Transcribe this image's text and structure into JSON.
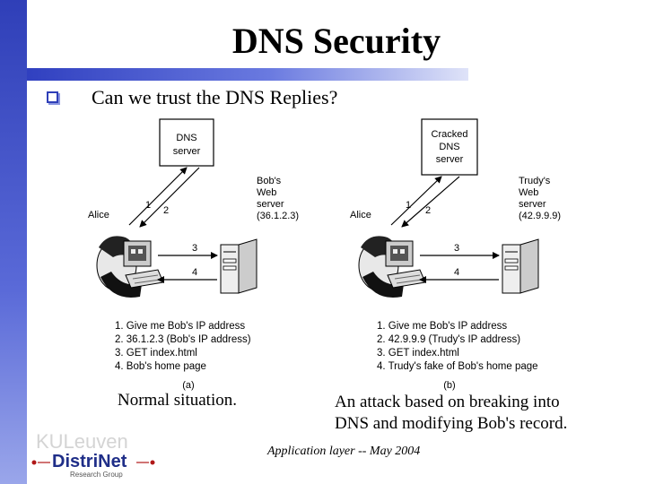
{
  "slide": {
    "title": "DNS Security",
    "bullet": "Can we trust the DNS Replies?",
    "footer": "Application layer  --  May 2004"
  },
  "captions": {
    "left": "Normal situation.",
    "right": "An attack based on breaking into DNS and modifying Bob's record."
  },
  "logo": {
    "ku": "KULeuven",
    "name": "DistriNet",
    "group": "Research Group"
  },
  "panel_a": {
    "server": [
      "DNS",
      "server"
    ],
    "web": [
      "Bob's",
      "Web",
      "server",
      "(36.1.2.3)"
    ],
    "alice": "Alice",
    "arrows": [
      "1",
      "2",
      "3",
      "4"
    ],
    "steps": [
      "1. Give me Bob's IP address",
      "2. 36.1.2.3 (Bob's IP address)",
      "3. GET index.html",
      "4. Bob's home page"
    ],
    "label": "(a)"
  },
  "panel_b": {
    "server": [
      "Cracked",
      "DNS",
      "server"
    ],
    "web": [
      "Trudy's",
      "Web",
      "server",
      "(42.9.9.9)"
    ],
    "alice": "Alice",
    "arrows": [
      "1",
      "2",
      "3",
      "4"
    ],
    "steps": [
      "1. Give me Bob's IP address",
      "2. 42.9.9.9 (Trudy's IP address)",
      "3. GET index.html",
      "4. Trudy's fake of Bob's home page"
    ],
    "label": "(b)"
  }
}
